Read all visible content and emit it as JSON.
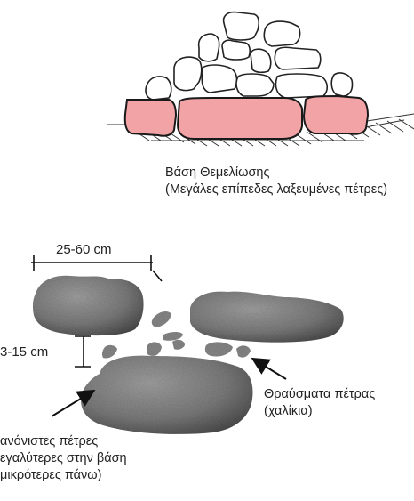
{
  "foundation": {
    "caption_line1": "Βάση Θεμελίωσης",
    "caption_line2": "(Μεγάλες επίπεδες λαξευμένες πέτρες)",
    "foundation_color": "#f2a3a6"
  },
  "stones": {
    "width_label": "25-60 cm",
    "height_label": "3-15 cm",
    "chips_line1": "Θραύσματα πέτρας",
    "chips_line2": "(χαλίκια)",
    "rough_line1": "ανόνιστες πέτρες",
    "rough_line2": "εγαλύτερες στην βάση",
    "rough_line3": "μικρότερες πάνω)"
  },
  "colors": {
    "stone_gray": "#7b7b7b",
    "outline": "#1a1a1a"
  }
}
